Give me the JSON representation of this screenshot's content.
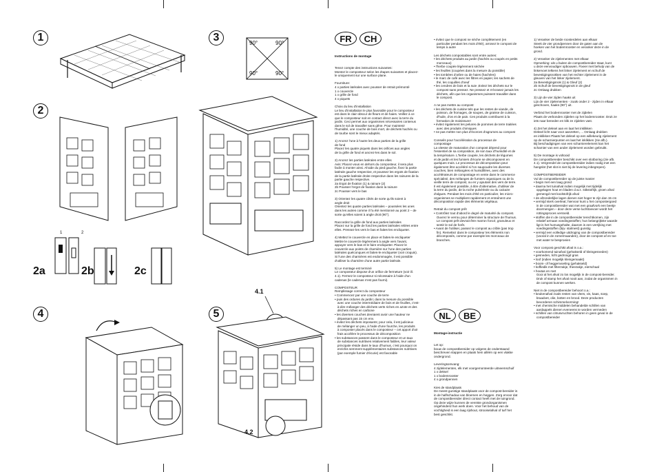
{
  "badges": {
    "fr": "FR",
    "ch": "CH",
    "nl": "NL",
    "be": "BE"
  },
  "steps": {
    "s1": "1",
    "s2": "2",
    "s3": "3",
    "s4": "4",
    "s5": "5",
    "s2a": "2a",
    "s2b": "2b",
    "s2c": "2c",
    "detail_1": "1",
    "detail_2": "2",
    "callout_41": "4.1",
    "callout_42": "4.2"
  },
  "angles": {
    "tl": "90°",
    "tr": "90°",
    "bl": "90°",
    "br": "90°"
  },
  "fr_col1": {
    "title": "Instructions de montage",
    "body": "Tenez compte des instructions suivantes:\nMontez le composteur selon les étapes suivantes et placez-\nle uniquement sur une surface plane.\n\nFourniture:\n4 x parties latérales avec pousser de retrait prémonté\n1 x couvercle\n1 x grille de fond\n4 x piquets\n\nChoix du lieu d'installation\nLe lieu d'installation le plus favorable pour le composteur\nest dans le clair-obscur de fleurs et de haies. Veillez à ce\nque le composteur soit en contact direct avec la terre du\njardin. Ceci permet aux organismes nécessaires contenus\ndans le sol de travailler sans gêne. Pour maintenir\nl'humidité, une couche de bois mort, de déchets hachés ou\nde tourbe sont le mieux adaptés.\n\n1) Ancrez l'une à l'autre les deux parties de la grille\nde fond\nPlacez les quatre piquets dans les orifices aux angles\nde la grille de fond et ancrez-les dans le sol.\n\n2) Ancrez les parties latérales entre elles\nAvis: Placez-vous en dehors du composteur, il sera plus\nfacile à monter ainsi. Al'aide du pied gauche, fixez la partie\nlatérale gauche respective, et poussez les ergots de fixation\nde la partie latérale droite respective dans les rainures de la\npartie gauche respective.\n2a Ergot de fixation (1) & rainure (2)\n2b Pousser l'ergot de fixation dans la rainure\n2c Pousser vers le bas\n\n3) Orientez les quatre côtés de sorte qu'ils soient à\nangle droit\nOrientez les quatre parties latérales – poussées les unes\ndans les autres comme il l'a été mentionné au point 2 – de\nsorte qu'elles soient à angle droit (90°).\n\nRaccordez la grille de fond aux parties latérales\nPlacez sur la grille de fond les parties latérales reliées entre\nelles. Pressez-les vers le bas et faites-les encliqueter.\n\n4) Mettez le couvercle en place et faites-le encliqueter\nMettre le couvercle légèrement à angle vers l'avant,\nappuyer vers le bas et le faire encliqueter. Placez le\ncouvercle aux points de charnière sur l'une des parties\nlatérales quelconques et faites-le encliqueter (voir croquis).\nSi l'une des charnières est endommagée, il est possible\nd'utiliser la charnière d'une autre partie latérale.\n\n5) Le montage est terminé\nLe composteur dispose d'un orifice de fermeture (voir ill.\n4.1). Fermez le composteur si nécessaire à l'aide d'un\ncadenas (le cadenas n'est pas fourni).\n\nCOMPOSTEUR\nRemplissage correct du composteur\n• Commencez par une couche de terre\n• puis des ordures du jardin; dans la mesure du possible\n   avec une couche intermédiaire de bois et de feuilles, c'est-\n   à-dire mélanger des déchets verts riches en azote et des\n   déchets riches en carbone\n• les diverses couches devraient avoir une hauteur ne\n   dépassant pas 15 cm env.\n• évitez les déchets imposants; pour cela, il est judicieux\n   de mélanger un peu, à l'aide d'une fourche, les produits\n   à composter placés dans le composteur – cet apport d'air\n   frais accélère le processus de décomposition\n• les substances passent dans le composteur et un taux\n   de substances nutritives relativement faibles, leur valeur\n   principale réside dans le taux d'humus, c'est pourquoi on\n   enrichis semment supplémentaires substances nutritives\n   (par exemple fumier d'écurie) est favorable"
  },
  "fr_col2": {
    "body": "• évitez que le compost ne sèche complètement (en\n   particulier pendant les mois d'été), arrosez le compost de\n   temps à autre\n\nLes déchets compostables sont entre autres:\n• les déchets produits au jardin (hachés ou coupés en petits\n   morceaux)\n• l'herbe coupée légèrement séchée\n• les feuilles (coupées dans la mesure du possible)\n• les tombées d'arbre ou de haies (hachées)\n• le marc de café avec les filtres en papier, les sachets de\n   thé, les coquilles d'oeuf\n• les cendres de bois et la suie ,Evitez les déchets sur le\n   compost sans pressez. Ne pressez et n'écrasez jamais les\n   déchets, afin que les organismes puissent travailler dans\n   le compost.\n\nA ne pas mettre au compost:\n• les déchets de cuisine tels que les restes de viande, de\n   poisson, de fromages, de soupes, de graisse de cuisson,\n   d'huile, d'os et de pain. Ces produits contribuent à la\n   formation de moisissure!\n• évitez également les pelures de pommes de terre traitées\n   avec des produits chimiques\n• ne pas mettre non plus d'écorces d'agrumes au compost\n\nConseils pour l'accélération du processus de\ncompostage\nLa vitesse de maturation d'un compost dépend pour\nl'essentiel de sa composition, de son taux d'humidité et de\nla température. L'herbe coupée, les déchets de légumes\net de jardin et les fumiers d'écurie se décomposent en\nquelques mois. Le processus de décomposition peut\négalement être accéléré si l'on saupoudre les diverses\ncouches, bien mélangées et humidifiées, avec des\naccélérateurs de compostage en vente dans le commerce\nspécialisé, des mélanges de fumiers organiques ou de la\nvieille terre de compost, ou en y ajoutant des vers de terre.\nIl est également possible, à titre d'alternative, d'utiliser de\nla terre du jardin, de la roche pulvérisée ou du calcaire\nd'algues. Pendant les mois d'été en particulier, les micro-\norganismes se multiplient rapidement et entraînent une\ndécomposition rapide des éléments végétaux.\n\nRetrait du compost prêt\n• Contrôlez tout d'abord le degré de maturité du compost.\n   Ouvrez le verrou pour déterminer la structure de l'humus.\n   Le compost prêt devrait être marron foncé, granuleux et\n   sentir le sol de forêt.\n• Avant de l'utiliser, passez le compost au crible (pas trop\n   fin). Remettez dans le composteur les éléments non\n   décomposés, comme par exemple les morceaux de\n   branches.",
    "nl_title": "Montage-instructie",
    "nl_body": "Let op:\nbouw de compostbereider op volgens de onderstaand\nbeschreven stappen en plaats hem alléén op een vlakke\nondergrond.\n\nLeveringsomvang:\n4 zijdelementen, elk met voorgemonteerde uitneemschuif\n1 x deksel\n1 x bodemrooster\n4 x grondpennen\n\nKies de standplaats\nDe meest gunstige standplaats voor de compost-bereider is\nin de halfschaduw van bloemen en heggen. Zorg ervoor dat\nde compostbereider direct contact heeft met de tuingrond.\nOp deze wijze kunnen de vereiste grondorganismen\nongehinderd hun werk doen. Voor het behoud van de\nvochtigheid is een laag rijshout, strooiselafval of turf het\nbest geschikt."
  },
  "nl_col3": {
    "body": "1) Veranker de beide roosterdelen aan elkaar\nSteek de vier grondpennen door de gaten aan de\nhoeken van het bodemrooster en veranker deze in de\ngrond.\n\n2) Veranker de zijelementen met elkaar\nOpmerking: als u buiten de compostbereider staat, kunt\nu deze eenvoudiger opbouwen. Fixeer met behulp van de\nlinkervoet telkens het linker zijelement en schuif de\nbevestigingsnokken van het rechter zijelement in de\ngleuven van het linker zijelement.\n2a Bevestigingsnok (1) & Gleuf (2)\n2b Schuif de bevestigingsnok in de gleuf\n2c Omlaag drukken\n\n3) Lijn de vier zijden haaks uit\nLijn de vier zijelementen - zoals onder 2 - zijden in elkaar\ngeschoven, haaks (90°) uit.\n\nVerbind het bodemrooster met de zijdelen\nPlaats de verbonden zijdelen op het bodemrooster. Druk ze\niets naar beneden en klik ze zijdelen vast.\n\n4) Zet het deksel aan en laat het inklikken\nDeksel licht naar voor aanzetten, ... Omlaag drukken\nen inklikken Plaats het deksel op een willekeurig zijelement\nop de scharnierpunten en laat het inklikken (zie afb.).\nBij beschadigingen van een scharnierelement kan het\nscharnier van een ander zijelement worden gebruikt.\n\n5) De montage is voltooid\nDe compostbereider beschikt over een slotboring (zie afb.\n4.1). Vergrendel de compostbereider indien nodig met een\nhangslot (het slot is niet bij de levering inbegrepen).\n\nCOMPOSTBEREIDER\nVul de compostbereider op de juiste manier\n• begin met een laag grond\n• daarna het tuinafval indien mogelijk met tijdelijk\n   opgelagen hout en bladen d.w.z. stikstofrijk, groen afval\n   gemengd met koolstofrijk afval\n• de afzonderlijke lagen dienen niet hoger te zijn dan 15 cm\n• vermijd sterk overleat; hiervoor kunt u het compostergoed\n   in de compostbereider wat met een graafvork een beetje\n   doormengen – door deze verse luchttoevoer wordt het\n   rottingsproces versneld.\n• stoffen die in de compostbereider terechtkomen, zijn\n   relatief armaan voedingsstoffen; hun belangrijkste waarde\n   ligt in het humusgehalte, daarom is een verrijking met\n   voedingsstoffen (bijv. stalmest) gunstig\n• vermijd een volledige uitdroging van de compostbereider\n   (vooral in de zomermaanden), door de compost af en toe\n   met water te besproeien\n\nVoor compost geschikt afval is o.a.:\n• voorkomend tuinafval (gehakseld of kleingesneden)\n• gesneden, licht gedroogd gras\n• loof (indien mogelijk kleingemaakt)\n• boom- of heggenvoeling (gehakseld)\n• koffiedik met filterzakje, theezakje, eierschaal\n• houtas en roet\n   Gooi al het afval zo los mogelijk in de compost-bereider.\n   Druk of stamp het afval nooit aan, zodat de organismen in\n   de compost kunnen werken.\n\nNiet in de compostbereider behoort o.a.:\n• keukenafval zoals resten van vlees, vis, kaas, soep,\n   braadvet, olie, botten en brood. Deze producten\n   bevorderen schimmelvorming!\n• met chemische middelen behandelde schillen van\n   aardappels dienen eveneens te worden vermeden\n• schillen van citrusvruchten behoren in geen geval in de\n   compostbereider"
  }
}
